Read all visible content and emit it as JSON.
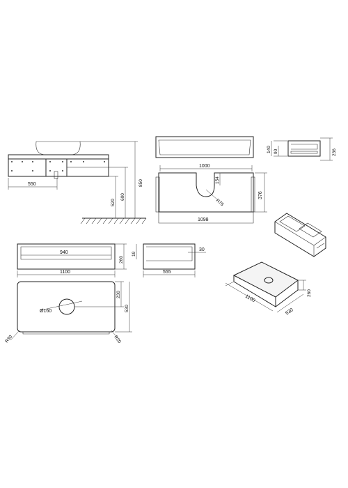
{
  "dimensions": {
    "front_elevation": {
      "width_550": "550",
      "h_520": "520",
      "h_600": "600",
      "h_850": "850"
    },
    "top_view_basin": {
      "w_1000": "1000",
      "d_154": "154",
      "r_78": "R78",
      "d_376": "376",
      "w_1098": "1098"
    },
    "side_drawer": {
      "d_140": "140",
      "d_90": "90",
      "d_236": "236"
    },
    "front_section": {
      "w_940": "940",
      "h_260": "260",
      "h_19": "19",
      "w_1100": "1100"
    },
    "side_section": {
      "d_30": "30",
      "w_555": "555"
    },
    "top_plan": {
      "d_230": "230",
      "d_530": "530",
      "dia_160": "Ø160",
      "r_30": "R30",
      "r_20": "R20"
    },
    "iso_view": {
      "w_1100": "1100",
      "d_530": "530",
      "h_260": "260"
    }
  }
}
